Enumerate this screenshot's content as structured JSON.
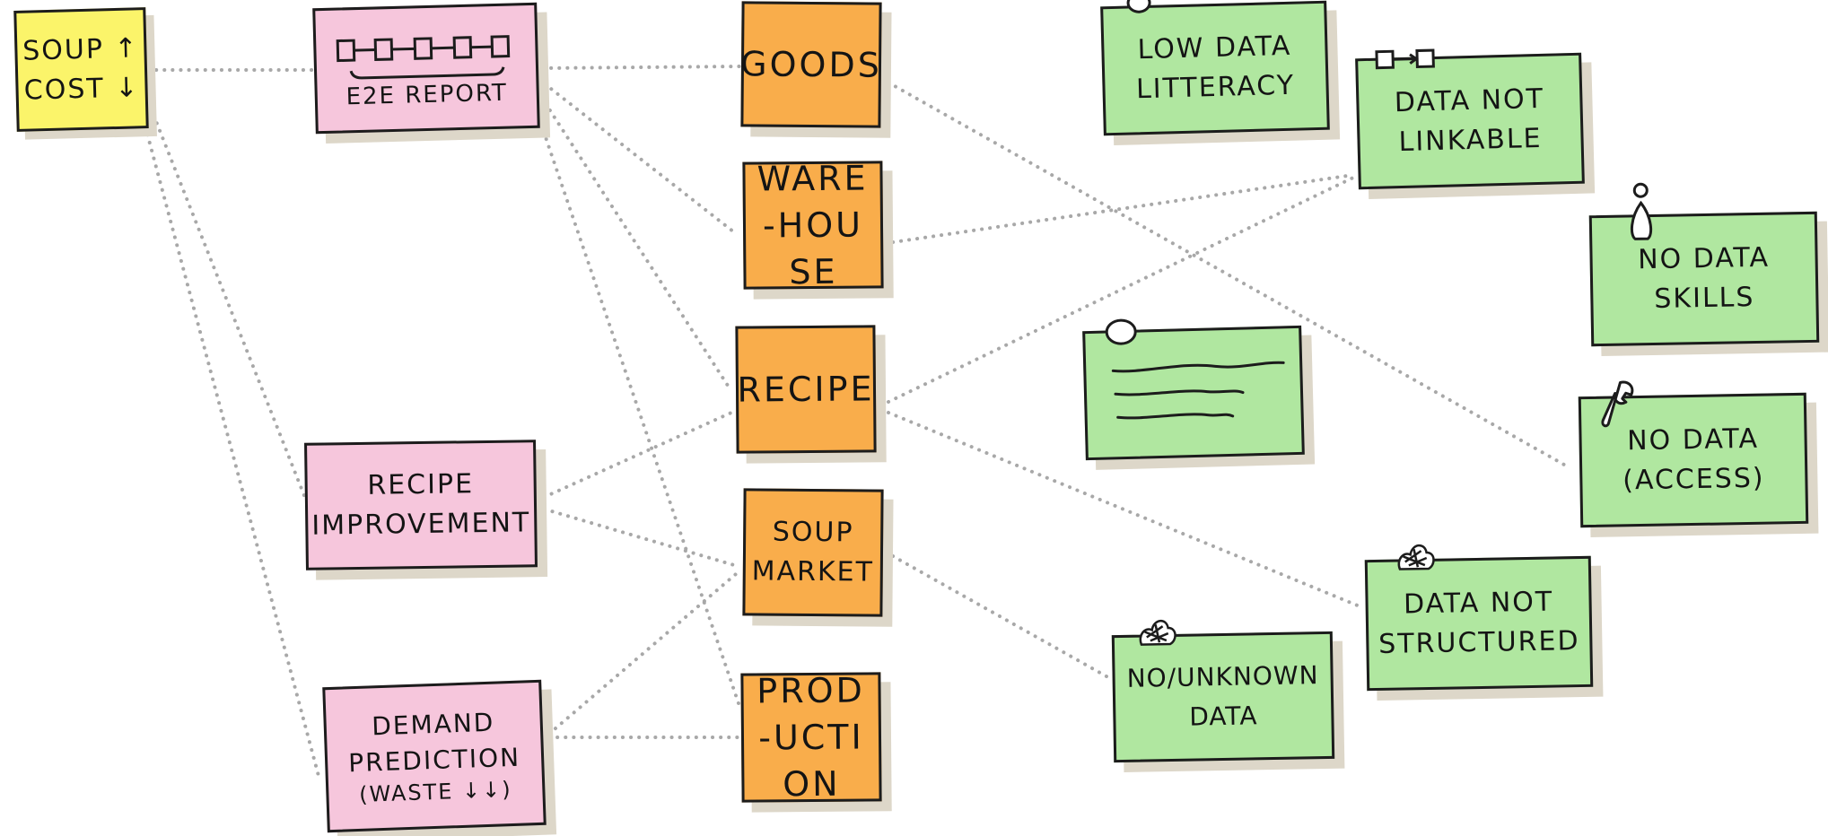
{
  "goal": {
    "line1": "SOUP ↑",
    "line2": "COST ↓"
  },
  "use_cases": [
    {
      "label": "E2E REPORT"
    },
    {
      "label": "RECIPE IMPROVEMENT"
    },
    {
      "label": "DEMAND PREDICTION",
      "sub": "(WASTE ↓↓)"
    }
  ],
  "data_sources": [
    {
      "label": "GOODS"
    },
    {
      "label": "WARE-HOUSE"
    },
    {
      "label": "RECIPE"
    },
    {
      "label": "SOUP MARKET"
    },
    {
      "label": "PROD-UCTION"
    }
  ],
  "problems": [
    {
      "label": "LOW DATA LITTERACY"
    },
    {
      "label": "DATA NOT LINKABLE"
    },
    {
      "label": "NO DATA SKILLS"
    },
    {
      "label": "NO DATA (ACCESS)"
    },
    {
      "label": "DATA NOT STRUCTURED"
    },
    {
      "label": "NO/UNKNOWN DATA"
    }
  ],
  "colors": {
    "goal": "#fbf46a",
    "use_case": "#f6c6dc",
    "data_source": "#f9ad4b",
    "problem": "#b0e7a0",
    "connector": "#a8a8a8"
  },
  "icons": {
    "e2e_report": "chain-of-boxes-icon",
    "low_data_litteracy": "pin-icon",
    "data_not_linkable": "linked-boxes-icon",
    "no_data_skills": "person-icon",
    "no_data_access": "wrench-icon",
    "data_not_structured": "tangle-icon",
    "no_unknown_data": "tangle-icon",
    "blank_note": "pin-icon"
  }
}
